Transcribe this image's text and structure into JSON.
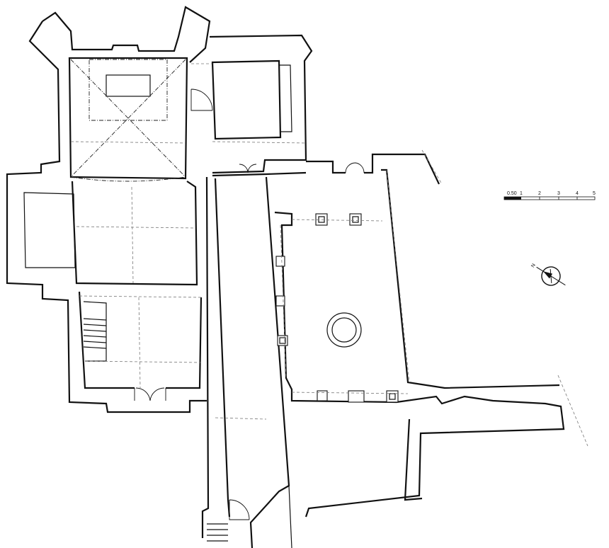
{
  "scale_bar": {
    "ticks": [
      "0.50",
      "1",
      "2",
      "3",
      "4",
      "5"
    ]
  },
  "north_arrow": {
    "label": "N"
  }
}
